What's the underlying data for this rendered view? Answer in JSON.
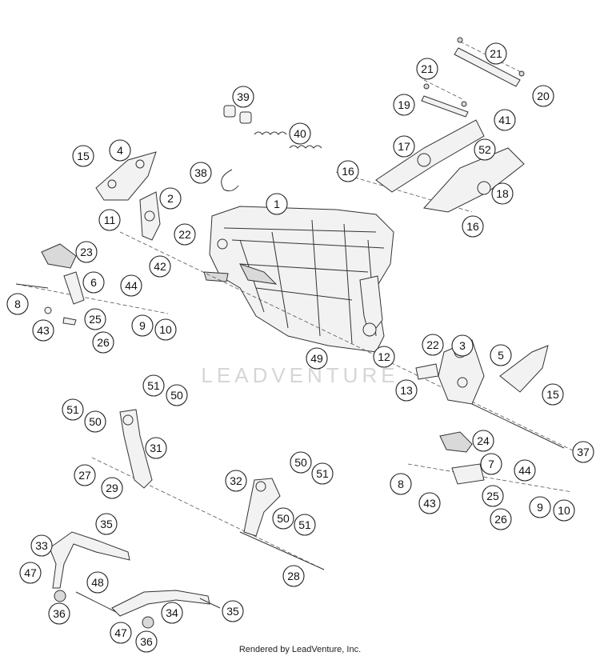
{
  "watermark": {
    "text": "LEADVENTURE"
  },
  "footer": {
    "text": "Rendered by LeadVenture, Inc."
  },
  "callouts": [
    {
      "label": "1"
    },
    {
      "label": "2"
    },
    {
      "label": "3"
    },
    {
      "label": "4"
    },
    {
      "label": "5"
    },
    {
      "label": "6"
    },
    {
      "label": "7"
    },
    {
      "label": "8"
    },
    {
      "label": "8"
    },
    {
      "label": "9"
    },
    {
      "label": "9"
    },
    {
      "label": "10"
    },
    {
      "label": "10"
    },
    {
      "label": "11"
    },
    {
      "label": "12"
    },
    {
      "label": "13"
    },
    {
      "label": "15"
    },
    {
      "label": "15"
    },
    {
      "label": "16"
    },
    {
      "label": "16"
    },
    {
      "label": "17"
    },
    {
      "label": "18"
    },
    {
      "label": "19"
    },
    {
      "label": "20"
    },
    {
      "label": "21"
    },
    {
      "label": "21"
    },
    {
      "label": "22"
    },
    {
      "label": "22"
    },
    {
      "label": "23"
    },
    {
      "label": "24"
    },
    {
      "label": "25"
    },
    {
      "label": "25"
    },
    {
      "label": "26"
    },
    {
      "label": "26"
    },
    {
      "label": "27"
    },
    {
      "label": "28"
    },
    {
      "label": "29"
    },
    {
      "label": "31"
    },
    {
      "label": "32"
    },
    {
      "label": "33"
    },
    {
      "label": "34"
    },
    {
      "label": "35"
    },
    {
      "label": "35"
    },
    {
      "label": "36"
    },
    {
      "label": "36"
    },
    {
      "label": "37"
    },
    {
      "label": "38"
    },
    {
      "label": "39"
    },
    {
      "label": "40"
    },
    {
      "label": "41"
    },
    {
      "label": "42"
    },
    {
      "label": "43"
    },
    {
      "label": "43"
    },
    {
      "label": "44"
    },
    {
      "label": "44"
    },
    {
      "label": "47"
    },
    {
      "label": "47"
    },
    {
      "label": "48"
    },
    {
      "label": "49"
    },
    {
      "label": "50"
    },
    {
      "label": "50"
    },
    {
      "label": "50"
    },
    {
      "label": "50"
    },
    {
      "label": "51"
    },
    {
      "label": "51"
    },
    {
      "label": "51"
    },
    {
      "label": "51"
    },
    {
      "label": "52"
    }
  ]
}
